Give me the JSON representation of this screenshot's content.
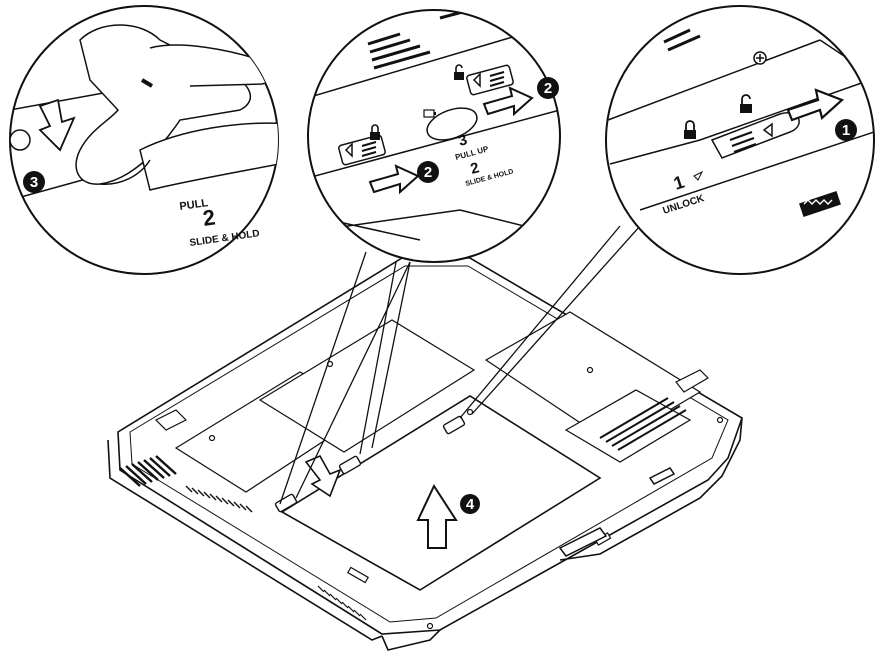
{
  "colors": {
    "line": "#111111",
    "fill": "#ffffff",
    "shade": "#d9d9d9",
    "badge": "#111111"
  },
  "steps": {
    "unlock_number": "1",
    "unlock_text": "UNLOCK",
    "slide_number": "2",
    "slide_text": "SLIDE & HOLD",
    "pull_number": "3",
    "pull_text": "PULL UP",
    "pull_partial": "PULL"
  },
  "badges": {
    "one": "1",
    "two": "2",
    "three": "3",
    "four": "4"
  },
  "icons": {
    "lock": "lock-icon",
    "unlock": "unlock-icon",
    "battery": "battery-icon"
  }
}
